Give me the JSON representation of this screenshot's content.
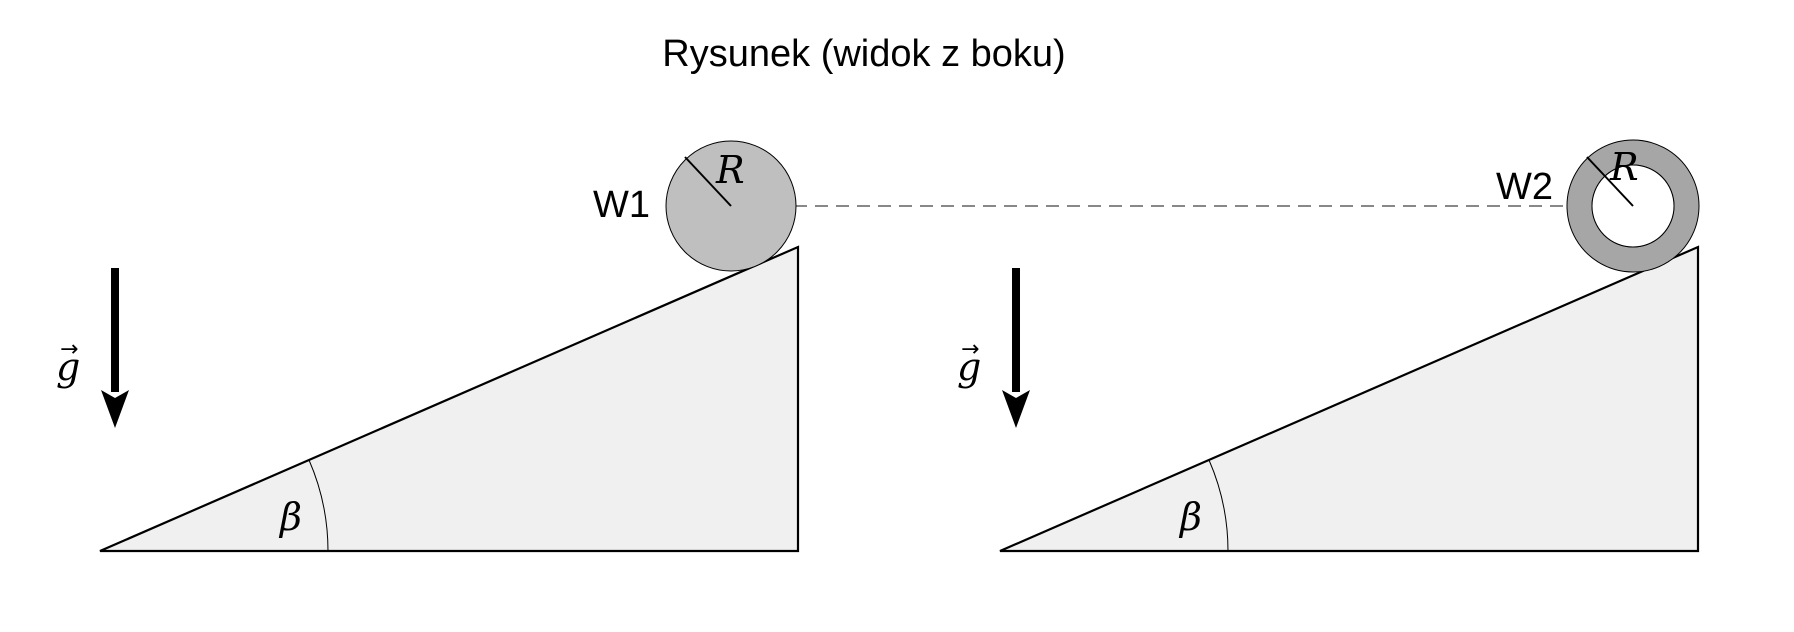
{
  "title": "Rysunek (widok z boku)",
  "colors": {
    "incline_fill": "#f0f0f0",
    "solid_wheel_fill": "#bfbfbf",
    "ring_wheel_fill": "#a6a6a6",
    "dashed_line": "#888888",
    "stroke": "#000000"
  },
  "panels": [
    {
      "wheel_label": "W1",
      "wheel_type": "solid-disc",
      "radius_label": "R",
      "angle_label": "β",
      "gravity_label": "g",
      "gravity_vector_mark": "→"
    },
    {
      "wheel_label": "W2",
      "wheel_type": "ring",
      "radius_label": "R",
      "angle_label": "β",
      "gravity_label": "g",
      "gravity_vector_mark": "→"
    }
  ]
}
